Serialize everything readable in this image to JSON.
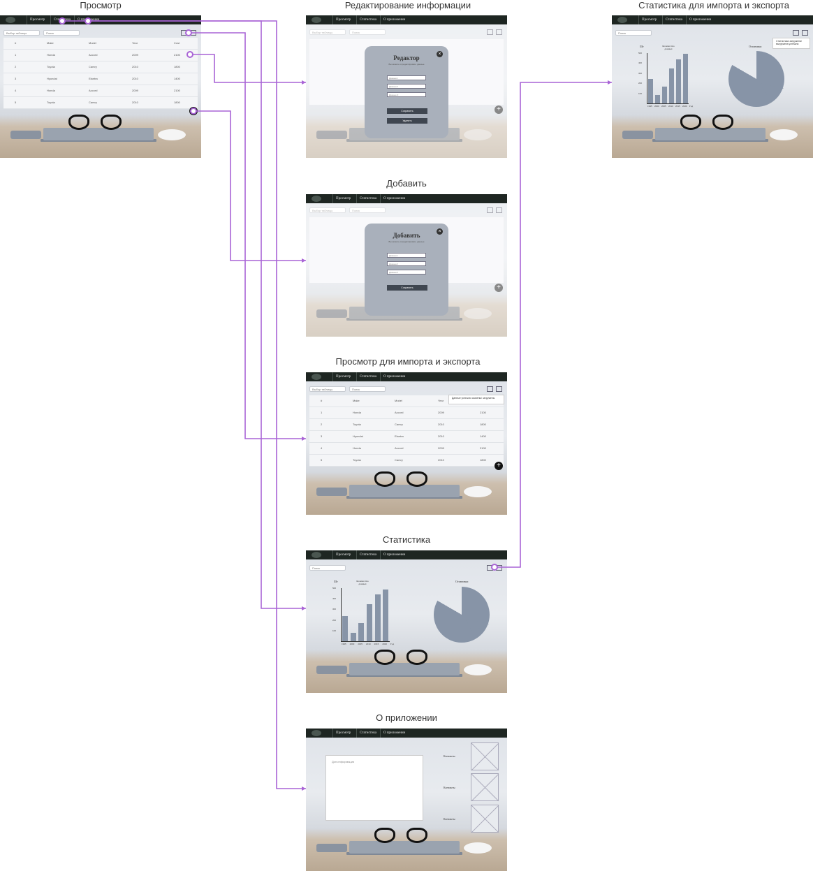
{
  "frames": {
    "prosmotr": "Просмотр",
    "redaktirovanie": "Редактирование информации",
    "statistika_ie": "Статистика для импорта и экспорта",
    "dobavit": "Добавить",
    "prosmotr_ie": "Просмотр для импорта и экспорта",
    "statistika": "Статистика",
    "o_prilozhenii": "О приложении"
  },
  "nav": {
    "view": "Просмотр",
    "stats": "Статистика",
    "about": "О приложении"
  },
  "controls": {
    "table_select": "Выбор таблицы",
    "search": "Поиск"
  },
  "table": {
    "headers": [
      "#",
      "Make",
      "Model",
      "Year",
      "Cost"
    ],
    "rows": [
      [
        "1",
        "Honda",
        "Accord",
        "2009",
        "2100"
      ],
      [
        "2",
        "Toyota",
        "Camry",
        "2010",
        "1800"
      ],
      [
        "3",
        "Hyundai",
        "Elantra",
        "2010",
        "1400"
      ],
      [
        "4",
        "Honda",
        "Accord",
        "2009",
        "2100"
      ],
      [
        "5",
        "Toyota",
        "Camry",
        "2010",
        "1800"
      ]
    ]
  },
  "edit_modal": {
    "title": "Редактор",
    "subtitle": "Вы можете отредактировать данные",
    "fields": [
      "Данные1",
      "Данные2",
      "Данные 3"
    ],
    "save": "Сохранить",
    "delete": "Удалить"
  },
  "add_modal": {
    "title": "Добавить",
    "subtitle": "Вы можете отредактировать данные",
    "fields": [
      "Данные1",
      "Данные2",
      "Данные3"
    ],
    "save": "Сохранить"
  },
  "import_tooltip": "Данные успешно скачены/ загружены",
  "stats_tooltip": "Статистика загружена/ выгружена успешно",
  "chart": {
    "ylabel": "Шт",
    "title": "Количество данных",
    "xlabel": "Год",
    "pie_title": "Остановки",
    "yticks": [
      "500",
      "400",
      "300",
      "200",
      "100"
    ],
    "xticks": [
      "1995",
      "2000",
      "2005",
      "2010",
      "2015",
      "2020"
    ]
  },
  "about": {
    "text_placeholder": "Доп.информация",
    "contacts": "Контакты"
  },
  "chart_data": {
    "type": "bar",
    "categories": [
      "1995",
      "2000",
      "2005",
      "2010",
      "2015",
      "2020"
    ],
    "values": [
      240,
      80,
      170,
      350,
      440,
      490
    ],
    "xlabel": "Год",
    "ylabel": "Шт",
    "ylim": [
      0,
      500
    ]
  },
  "colors": {
    "connector": "#a964d6",
    "navbar": "#1e2622",
    "chart": "#8794a7"
  }
}
